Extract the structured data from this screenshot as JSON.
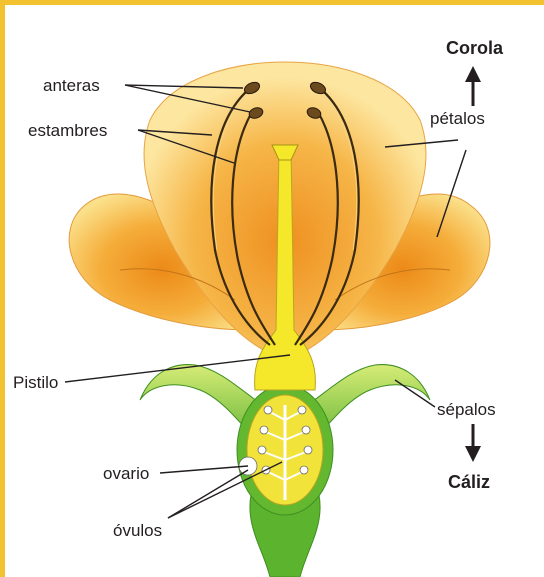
{
  "labels": {
    "anteras": "anteras",
    "estambres": "estambres",
    "petalos": "pétalos",
    "corola": "Corola",
    "pistilo": "Pistilo",
    "sepalos": "sépalos",
    "caliz": "Cáliz",
    "ovario": "ovario",
    "ovulos": "óvulos"
  },
  "colors": {
    "frame": "#f3c230",
    "petal_light": "#fbe08a",
    "petal_mid": "#f7b844",
    "petal_dark": "#ec8a18",
    "sepal_green": "#5fb52f",
    "sepal_light": "#cde86b",
    "pistil_yellow": "#f5e72a",
    "ovule_white": "#ffffff"
  }
}
